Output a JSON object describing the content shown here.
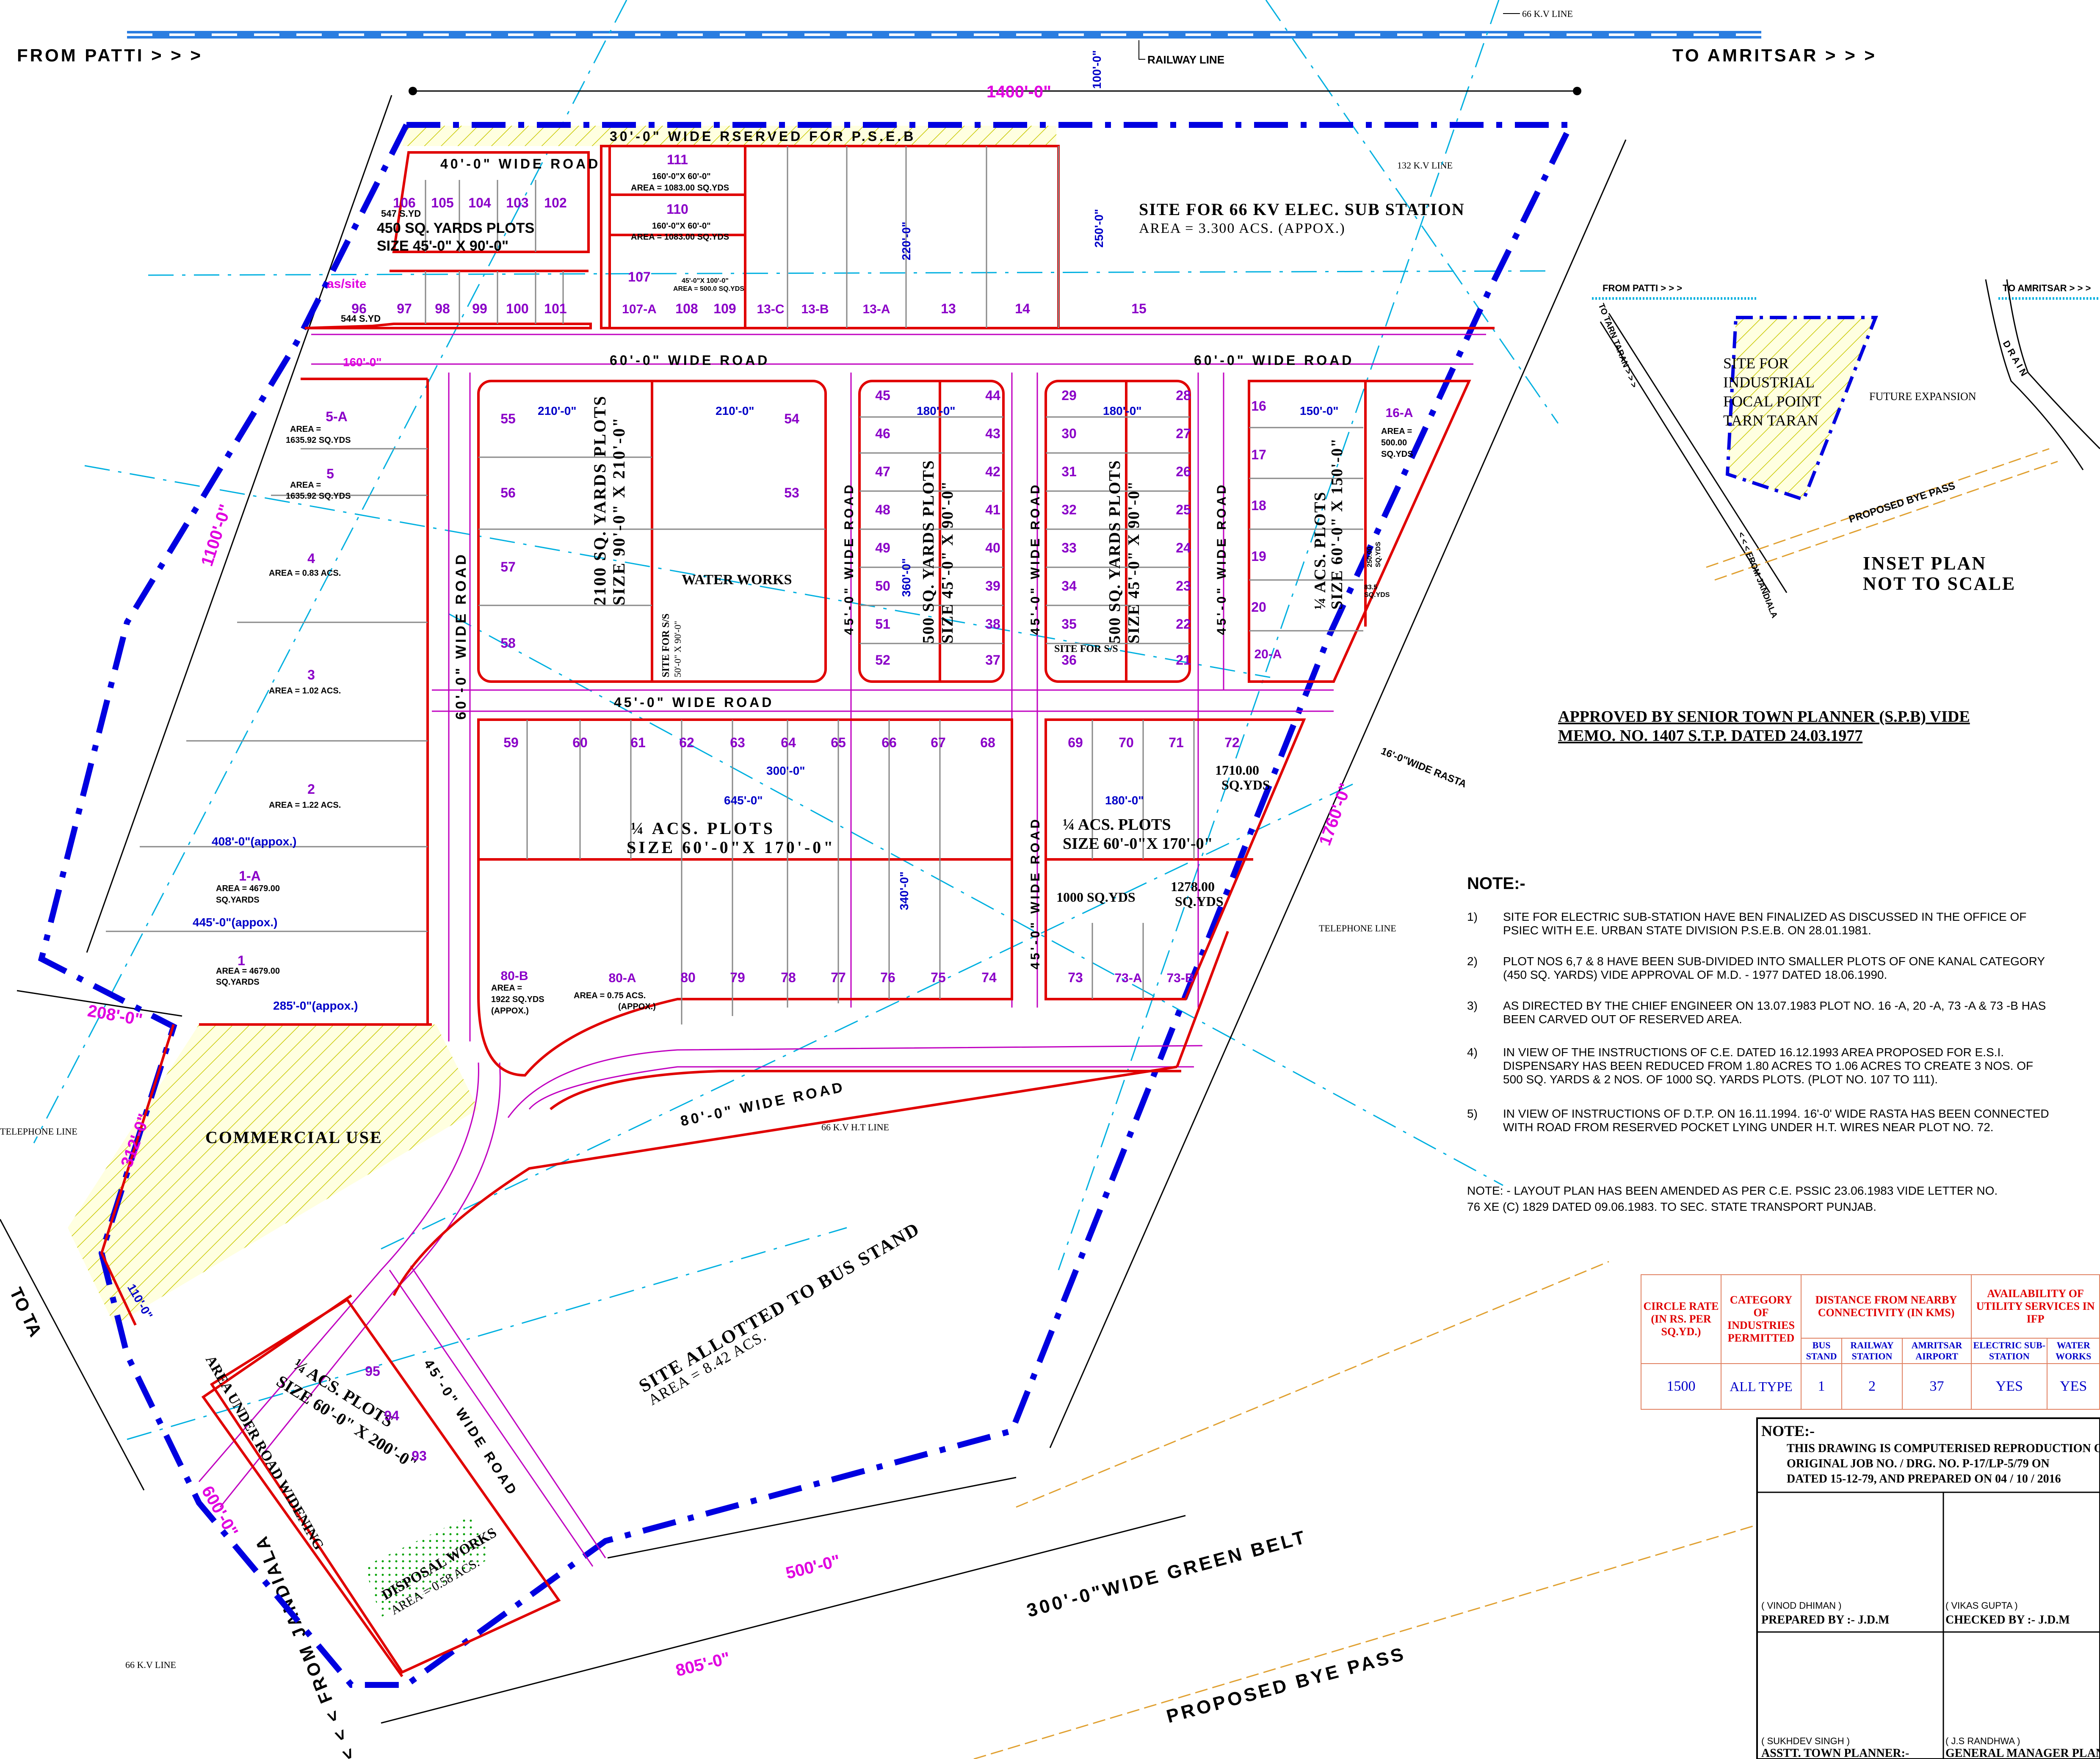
{
  "directions": {
    "from_patti": "FROM PATTI  > > >",
    "to_amritsar": "TO AMRITSAR  > > >",
    "from_jandiala": "< < <  FROM JANDIALA",
    "to_tarn": "TO TA"
  },
  "lines": {
    "kv66_top": "66 K.V LINE",
    "railway": "RAILWAY LINE",
    "kv132": "132 K.V LINE",
    "telephone_right": "TELEPHONE LINE",
    "telephone_left": "TELEPHONE LINE",
    "kv66_ht": "66 K.V H.T LINE",
    "kv66_bottom": "66 K.V LINE"
  },
  "dimensions": {
    "top": "1400'-0\"",
    "left": "1100'-0\"",
    "right": "1760'-0\"",
    "d208": "208'-0\"",
    "d312": "312'-0\"",
    "d600": "600'-0\"",
    "d500": "500'-0\"",
    "d805": "805'-0\"",
    "d110": "110'-0\"",
    "d160": "160'-0\"",
    "d408": "408'-0\"(appox.)",
    "d445": "445'-0\"(appox.)",
    "d285": "285'-0\"(appox.)",
    "d100": "100'-0\"",
    "d250": "250'-0\"",
    "d220": "220'-0\"",
    "d210": "210'-0\"",
    "d210b": "210'-0\"",
    "d180a": "180'-0\"",
    "d180b": "180'-0\"",
    "d150": "150'-0\"",
    "d300": "300'-0\"",
    "d645": "645'-0\"",
    "d180c": "180'-0\"",
    "d340": "340'-0\"",
    "d360": "360'-0\""
  },
  "roads": {
    "r40": "40'-0\" WIDE ROAD",
    "r30": "30'-0\" WIDE RSERVED FOR P.S.E.B",
    "r60a": "60'-0\" WIDE ROAD",
    "r60b": "60'-0\" WIDE ROAD",
    "r60v": "60'-0\" WIDE ROAD",
    "r45h": "45'-0\" WIDE ROAD",
    "r45v1": "45'-0\" WIDE ROAD",
    "r45v2": "45'-0\" WIDE ROAD",
    "r45v3": "45'-0\" WIDE ROAD",
    "r45v4": "45'-0\" WIDE ROAD",
    "r45d": "45'-0\" WIDE ROAD",
    "r80": "80'-0\" WIDE ROAD",
    "rasta": "16'-0\"WIDE RASTA",
    "green": "300'-0\"WIDE GREEN BELT",
    "bypass": "PROPOSED BYE PASS"
  },
  "blocks": {
    "p450": "450 SQ. YARDS PLOTS",
    "p450s": "SIZE 45'-0\" X 90'-0\"",
    "p2100": "2100 SQ. YARDS PLOTS",
    "p2100s": "SIZE 90'-0\" X 210'-0\"",
    "p500a": "500 SQ. YARDS PLOTS",
    "p500as": "SIZE 45'-0\" X 90'-0\"",
    "p500b": "500 SQ. YARDS PLOTS",
    "p500bs": "SIZE 45'-0\" X 90'-0\"",
    "q150": "¼ ACS. PLOTS",
    "q150s": "SIZE 60'-0\" X 150'-0\"",
    "q170": "¼  ACS.  PLOTS",
    "q170s": "SIZE  60'-0\"X 170'-0\"",
    "q170b": "¼ ACS. PLOTS",
    "q170bs": "SIZE 60'-0\"X 170'-0\"",
    "q200": "¼ ACS. PLOTS",
    "q200s": "SIZE 60'-0\" X 200'-0\"",
    "substation": "SITE FOR 66 KV ELEC. SUB STATION",
    "substation_area": "AREA = 3.300 ACS. (APPOX.)",
    "water": "WATER WORKS",
    "commercial": "COMMERCIAL USE",
    "bus": "SITE ALLOTTED TO BUS STAND",
    "bus_area": "AREA = 8.42 ACS.",
    "disposal": "DISPOSAL WORKS",
    "disposal_area": "AREA = 0.58 ACS.",
    "widening": "AREA UNDER ROAD WIDENING",
    "ss1": "SITE FOR S/S",
    "ss1s": "50'-0\" X 90'-0\"",
    "ss2": "SITE FOR S/S",
    "a1710": "1710.00",
    "a1710u": "SQ.YDS",
    "a1000": "1000 SQ.YDS",
    "a1278": "1278.00",
    "a1278u": "SQ.YDS",
    "yd547": "547 S.YD",
    "yd544": "544 S.YD",
    "asite": "as/site"
  },
  "plot_areas": {
    "p111": "160'-0\"X 60'-0\"",
    "p111a": "AREA = 1083.00 SQ.YDS",
    "p110": "160'-0\"X 60'-0\"",
    "p110a": "AREA = 1083.00 SQ.YDS",
    "p107": "45'-0\"X 100'-0\"",
    "p107a": "AREA = 500.0 SQ.YDS",
    "p5A": "AREA =",
    "p5Aa": "1635.92 SQ.YDS",
    "p5": "AREA =",
    "p5a": "1635.92 SQ.YDS",
    "p4": "AREA = 0.83 ACS.",
    "p3": "AREA = 1.02 ACS.",
    "p2": "AREA = 1.22 ACS.",
    "p1A": "AREA = 4679.00",
    "p1Aa": "SQ.YARDS",
    "p1": "AREA = 4679.00",
    "p1a": "SQ.YARDS",
    "p80B": "AREA =",
    "p80Ba": "1922 SQ.YDS",
    "p80Bb": "(APPOX.)",
    "p80A": "AREA = 0.75 ACS.",
    "p80Aa": "(APPOX.)",
    "p16A": "AREA =",
    "p16Aa": "500.00",
    "p16Ab": "SQ.YDS",
    "p250": "250.00",
    "p250a": "SQ.YDS",
    "p835": "83.5",
    "p835a": "SQ.YDS"
  },
  "plots": [
    "111",
    "110",
    "106",
    "105",
    "104",
    "103",
    "102",
    "96",
    "97",
    "98",
    "99",
    "100",
    "101",
    "107",
    "107-A",
    "108",
    "109",
    "13-C",
    "13-B",
    "13-A",
    "13",
    "14",
    "15",
    "5-A",
    "5",
    "4",
    "3",
    "2",
    "1-A",
    "1",
    "55",
    "56",
    "57",
    "58",
    "54",
    "53",
    "45",
    "46",
    "47",
    "48",
    "49",
    "50",
    "51",
    "52",
    "44",
    "43",
    "42",
    "41",
    "40",
    "39",
    "38",
    "37",
    "29",
    "30",
    "31",
    "32",
    "33",
    "34",
    "35",
    "36",
    "28",
    "27",
    "26",
    "25",
    "24",
    "23",
    "22",
    "21",
    "16",
    "17",
    "18",
    "19",
    "20",
    "20-A",
    "16-A",
    "59",
    "60",
    "61",
    "62",
    "63",
    "64",
    "65",
    "66",
    "67",
    "68",
    "69",
    "70",
    "71",
    "72",
    "80-B",
    "80-A",
    "80",
    "79",
    "78",
    "77",
    "76",
    "75",
    "74",
    "73",
    "73-A",
    "73-B",
    "95",
    "94",
    "93"
  ],
  "inset": {
    "from_patti": "FROM PATTI  > > >",
    "to_amritsar": "TO AMRITSAR  > > >",
    "to_tarn": "TO TARN TARAN > > >",
    "from_jandiala": "< < < FROM JANDIALA",
    "drain": "D R A I N",
    "site1": "SITE FOR",
    "site2": "INDUSTRIAL",
    "site3": "FOCAL POINT",
    "site4": "TARN TARAN",
    "future": "FUTURE EXPANSION",
    "bypass": "PROPOSED BYE PASS",
    "title1": "INSET PLAN",
    "title2": "NOT TO SCALE"
  },
  "approval": {
    "l1": "APPROVED BY SENIOR TOWN PLANNER  (S.P.B) VIDE",
    "l2": "MEMO. NO. 1407 S.T.P. DATED 24.03.1977"
  },
  "notes": {
    "heading": "NOTE:-",
    "n1": "1)",
    "n1a": "SITE FOR ELECTRIC SUB-STATION HAVE BEN  FINALIZED AS DISCUSSED IN THE OFFICE OF",
    "n1b": "PSIEC WITH E.E. URBAN STATE DIVISION P.S.E.B. ON 28.01.1981.",
    "n2": "2)",
    "n2a": " PLOT NOS 6,7 & 8 HAVE BEEN SUB-DIVIDED INTO SMALLER PLOTS OF ONE KANAL CATEGORY",
    "n2b": "(450 SQ. YARDS) VIDE APPROVAL OF M.D. - 1977 DATED 18.06.1990.",
    "n3": "3)",
    "n3a": " AS DIRECTED BY THE CHIEF ENGINEER ON 13.07.1983 PLOT NO. 16 -A, 20 -A, 73 -A & 73 -B HAS",
    "n3b": "BEEN CARVED OUT OF RESERVED AREA.",
    "n4": "4)",
    "n4a": " IN VIEW OF THE INSTRUCTIONS OF C.E. DATED 16.12.1993 AREA PROPOSED FOR E.S.I.",
    "n4b": "DISPENSARY HAS BEEN REDUCED FROM 1.80 ACRES TO 1.06 ACRES TO CREATE 3 NOS. OF",
    "n4c": "500 SQ. YARDS & 2 NOS. OF 1000 SQ. YARDS PLOTS. (PLOT NO. 107 TO 111).",
    "n5": "5)",
    "n5a": "IN VIEW OF INSTRUCTIONS OF D.T.P. ON 16.11.1994. 16'-0' WIDE RASTA HAS BEEN CONNECTED",
    "n5b": "WITH ROAD FROM RESERVED POCKET LYING UNDER H.T. WIRES NEAR PLOT NO. 72.",
    "amend1": "NOTE: -   LAYOUT PLAN HAS BEEN AMENDED AS PER C.E. PSSIC 23.06.1983 VIDE LETTER NO.",
    "amend2": "76 XE (C) 1829 DATED 09.06.1983. TO SEC. STATE TRANSPORT PUNJAB."
  },
  "table": {
    "h_rate": "CIRCLE RATE (IN RS. PER SQ.YD.)",
    "h_cat": "CATEGORY OF INDUSTRIES PERMITTED",
    "h_dist": "DISTANCE FROM NEARBY CONNECTIVITY (IN KMS)",
    "h_util": "AVAILABILITY OF UTILITY SERVICES IN IFP",
    "h_bus": "BUS STAND",
    "h_rail": "RAILWAY STATION",
    "h_air": "AMRITSAR AIRPORT",
    "h_elec": "ELECTRIC SUB-STATION",
    "h_water": "WATER WORKS",
    "v_rate": "1500",
    "v_cat": "ALL TYPE",
    "v_bus": "1",
    "v_rail": "2",
    "v_air": "37",
    "v_elec": "YES",
    "v_water": "YES"
  },
  "title_block": {
    "note": "NOTE:-",
    "l1": "THIS DRAWING IS COMPUTERISED REPRODUCTION O",
    "l2": "ORIGINAL JOB NO. / DRG. NO. P-17/LP-5/79 ON",
    "l3": "DATED 15-12-79, AND PREPARED ON  04 / 10 / 2016",
    "prep_name": "( VINOD DHIMAN )",
    "prep": "PREPARED BY :- J.D.M",
    "chk_name": "( VIKAS GUPTA )",
    "chk": "CHECKED BY :-  J.D.M",
    "atp_name": "( SUKHDEV SINGH )",
    "atp": "ASSTT. TOWN PLANNER:-",
    "gm_name": "( J.S RANDHWA )",
    "gm": "GENERAL MANAGER PLANN"
  }
}
